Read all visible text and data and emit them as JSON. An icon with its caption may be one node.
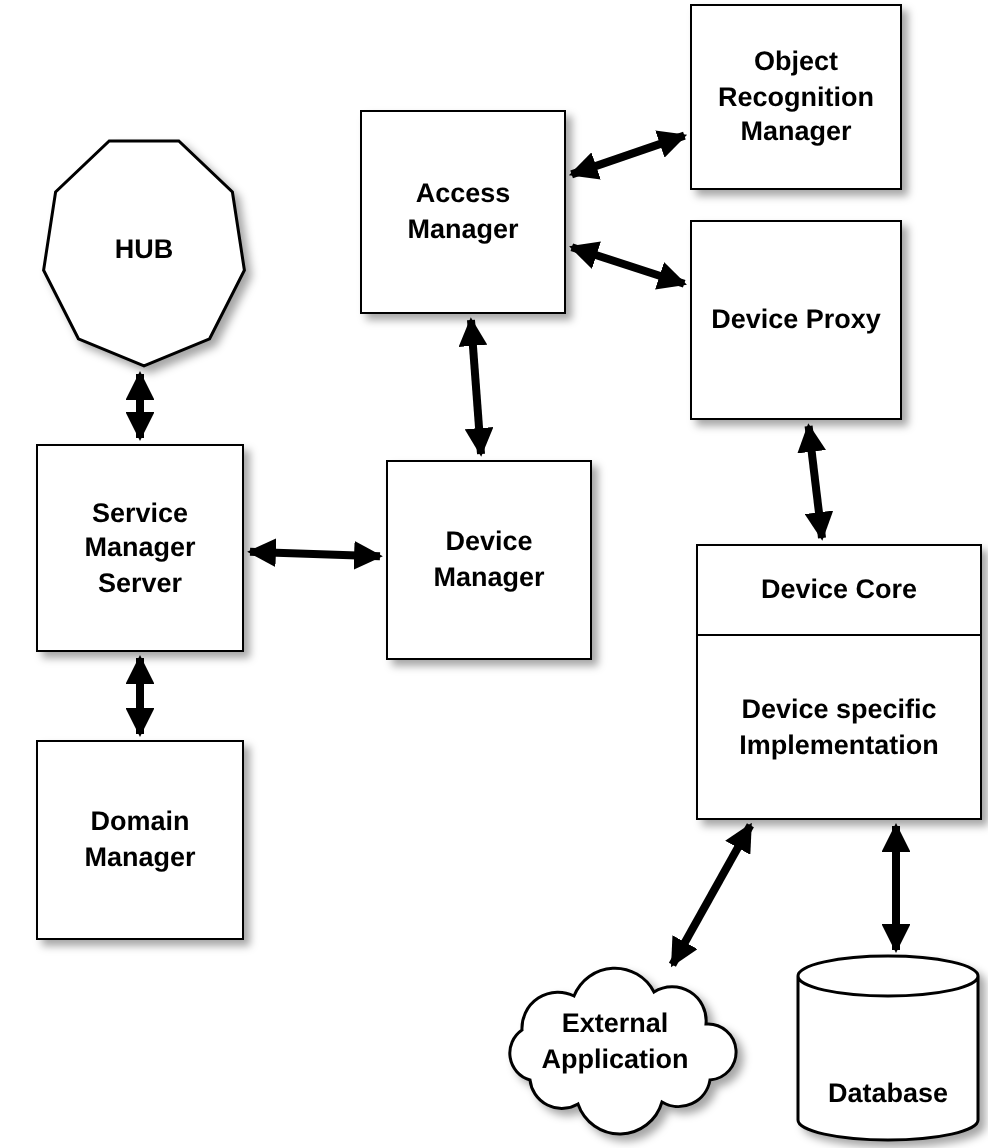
{
  "diagram": {
    "nodes": [
      {
        "text": [
          "HUB"
        ]
      },
      {
        "text": [
          "Access Manager"
        ]
      },
      {
        "text": [
          "Object Recognition Manager"
        ]
      },
      {
        "text": [
          "Device Proxy"
        ]
      },
      {
        "text": [
          "Service Manager Server"
        ]
      },
      {
        "text": [
          "Device Manager"
        ]
      },
      {
        "text": [
          "Device Core",
          "Device specific Implementation"
        ]
      },
      {
        "text": [
          "Domain Manager"
        ]
      },
      {
        "text": [
          "External Application"
        ]
      },
      {
        "text": [
          "Database"
        ]
      }
    ],
    "edges": [
      {
        "from": 0,
        "to": 4,
        "arrow": "both"
      },
      {
        "from": 4,
        "to": 5,
        "arrow": "both"
      },
      {
        "from": 4,
        "to": 7,
        "arrow": "both"
      },
      {
        "from": 1,
        "to": 5,
        "arrow": "both"
      },
      {
        "from": 1,
        "to": 2,
        "arrow": "both"
      },
      {
        "from": 1,
        "to": 3,
        "arrow": "both"
      },
      {
        "from": 3,
        "to": 6,
        "arrow": "both"
      },
      {
        "from": 6,
        "to": 8,
        "arrow": "both"
      },
      {
        "from": 6,
        "to": 9,
        "arrow": "both"
      }
    ]
  }
}
